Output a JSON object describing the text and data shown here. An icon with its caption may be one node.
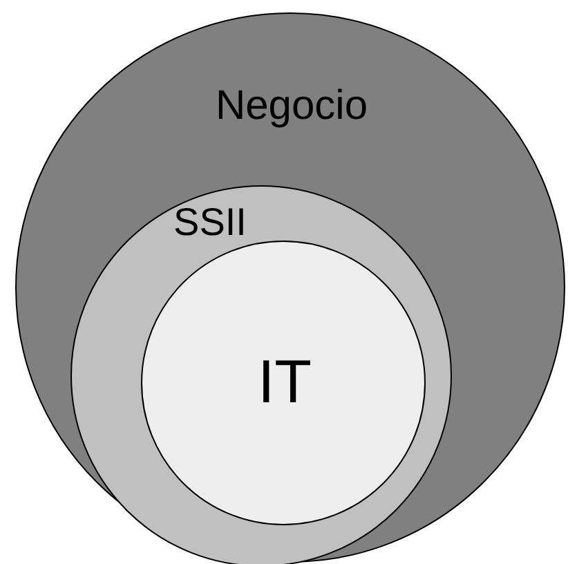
{
  "diagram": {
    "nodes": [
      {
        "text": [
          "Negocio"
        ]
      },
      {
        "text": [
          "SSII"
        ],
        "in": 0
      },
      {
        "text": [
          "IT"
        ],
        "in": 1
      }
    ]
  }
}
